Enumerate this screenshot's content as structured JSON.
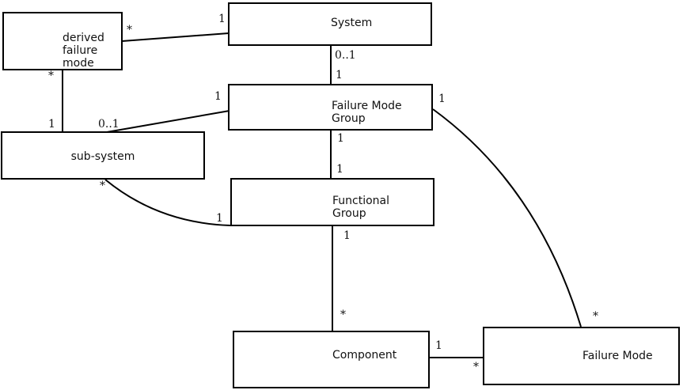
{
  "diagram": {
    "title": "failure-mode-class-diagram",
    "colors": {
      "line": "#000000",
      "background": "#ffffff",
      "text": "#111111"
    },
    "boxes": {
      "derived_failure_mode": "derived\nfailure\nmode",
      "system": "System",
      "failure_mode_group": "Failure Mode\nGroup",
      "sub_system": "sub-system",
      "functional_group": "Functional\nGroup",
      "component": "Component",
      "failure_mode": "Failure Mode"
    },
    "multiplicities": {
      "dfm_to_system_src": "*",
      "dfm_to_system_dst": "1",
      "dfm_to_subsystem_src": "*",
      "dfm_to_subsystem_dst": "1",
      "subsystem_to_fmg_src": "0..1",
      "subsystem_to_fmg_dst": "1",
      "system_to_fmg_src": "0..1",
      "system_to_fmg_dst": "1",
      "fmg_to_fg_src": "1",
      "fmg_to_fg_dst": "1",
      "fg_to_component_src": "1",
      "fg_to_component_dst": "*",
      "subsystem_to_fg_src": "*",
      "subsystem_to_fg_dst": "1",
      "fmg_to_fm_src": "1",
      "fmg_to_fm_dst": "*",
      "component_to_fm_src": "1",
      "component_to_fm_dst": "*"
    }
  }
}
